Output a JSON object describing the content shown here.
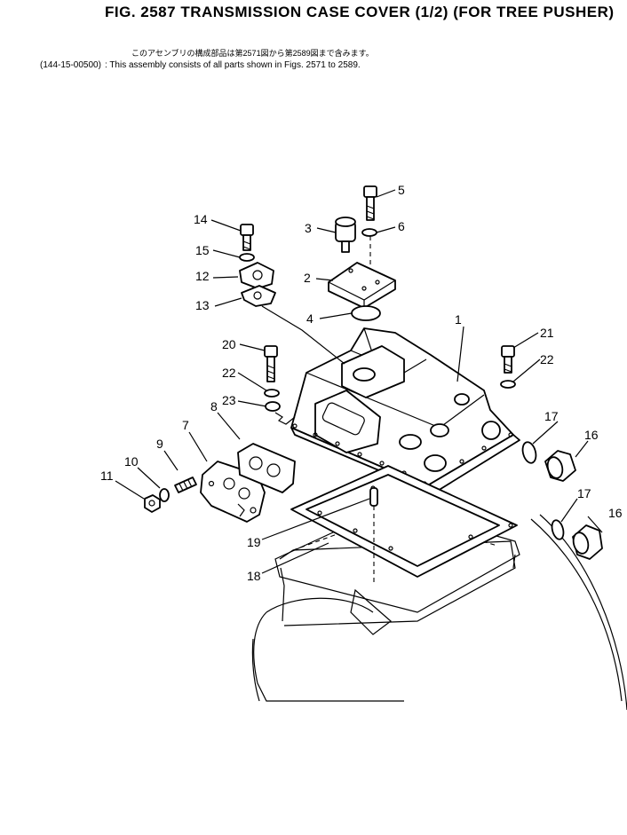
{
  "header": {
    "title": "FIG. 2587  TRANSMISSION  CASE  COVER  (1/2)  (FOR  TREE  PUSHER)",
    "japanese_note": "このアセンブリの構成部品は第2571図から第2589図まで含みます。",
    "assembly_code": "(144-15-00500)",
    "assembly_note": ": This assembly consists of all parts shown in Figs. 2571 to 2589."
  },
  "callouts": [
    {
      "id": "c1",
      "text": "1"
    },
    {
      "id": "c2",
      "text": "2"
    },
    {
      "id": "c3",
      "text": "3"
    },
    {
      "id": "c4",
      "text": "4"
    },
    {
      "id": "c5",
      "text": "5"
    },
    {
      "id": "c6",
      "text": "6"
    },
    {
      "id": "c7",
      "text": "7"
    },
    {
      "id": "c8",
      "text": "8"
    },
    {
      "id": "c9",
      "text": "9"
    },
    {
      "id": "c10",
      "text": "10"
    },
    {
      "id": "c11",
      "text": "11"
    },
    {
      "id": "c12",
      "text": "12"
    },
    {
      "id": "c13",
      "text": "13"
    },
    {
      "id": "c14",
      "text": "14"
    },
    {
      "id": "c15",
      "text": "15"
    },
    {
      "id": "c16a",
      "text": "16"
    },
    {
      "id": "c16b",
      "text": "16"
    },
    {
      "id": "c17a",
      "text": "17"
    },
    {
      "id": "c17b",
      "text": "17"
    },
    {
      "id": "c18",
      "text": "18"
    },
    {
      "id": "c19",
      "text": "19"
    },
    {
      "id": "c20",
      "text": "20"
    },
    {
      "id": "c21",
      "text": "21"
    },
    {
      "id": "c22a",
      "text": "22"
    },
    {
      "id": "c22b",
      "text": "22"
    },
    {
      "id": "c23",
      "text": "23"
    }
  ]
}
